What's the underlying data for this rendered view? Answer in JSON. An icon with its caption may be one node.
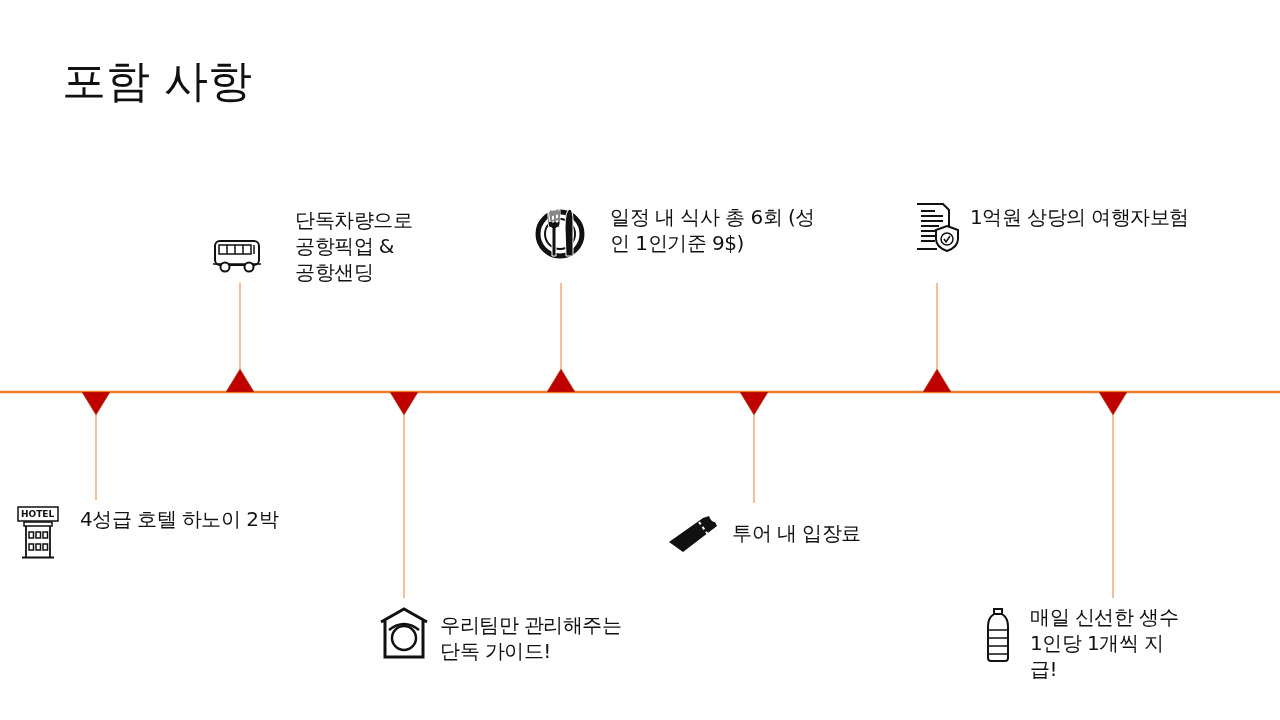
{
  "diagram": {
    "title": "포함 사항",
    "nodes": [
      {
        "text": [
          "4성급 호텔 하노이 2박"
        ]
      },
      {
        "text": [
          "단독차량으로 공항픽업 & 공항샌딩"
        ]
      },
      {
        "text": [
          "우리팀만 관리해주는 단독 가이드!"
        ]
      },
      {
        "text": [
          "일정 내 식사 총 6회 (성인 1인기준 9$)"
        ]
      },
      {
        "text": [
          "투어 내 입장료"
        ]
      },
      {
        "text": [
          "1억원 상당의 여행자보험"
        ]
      },
      {
        "text": [
          "매일 신선한 생수 1인당 1개씩 지급!"
        ]
      },
      {
        "text": [],
        "shape": "triangle"
      },
      {
        "text": [],
        "shape": "triangle"
      },
      {
        "text": [],
        "shape": "triangle"
      },
      {
        "text": [],
        "shape": "triangle"
      },
      {
        "text": [],
        "shape": "triangle"
      },
      {
        "text": [],
        "shape": "triangle"
      },
      {
        "text": [],
        "shape": "triangle"
      }
    ],
    "edges": [
      {
        "from": 0,
        "to": 7,
        "arrow": "none"
      },
      {
        "from": 1,
        "to": 8,
        "arrow": "none"
      },
      {
        "from": 2,
        "to": 9,
        "arrow": "none"
      },
      {
        "from": 3,
        "to": 10,
        "arrow": "none"
      },
      {
        "from": 4,
        "to": 11,
        "arrow": "none"
      },
      {
        "from": 5,
        "to": 12,
        "arrow": "none"
      },
      {
        "from": 6,
        "to": 13,
        "arrow": "none"
      }
    ],
    "labels": [
      "HOTEL"
    ]
  }
}
